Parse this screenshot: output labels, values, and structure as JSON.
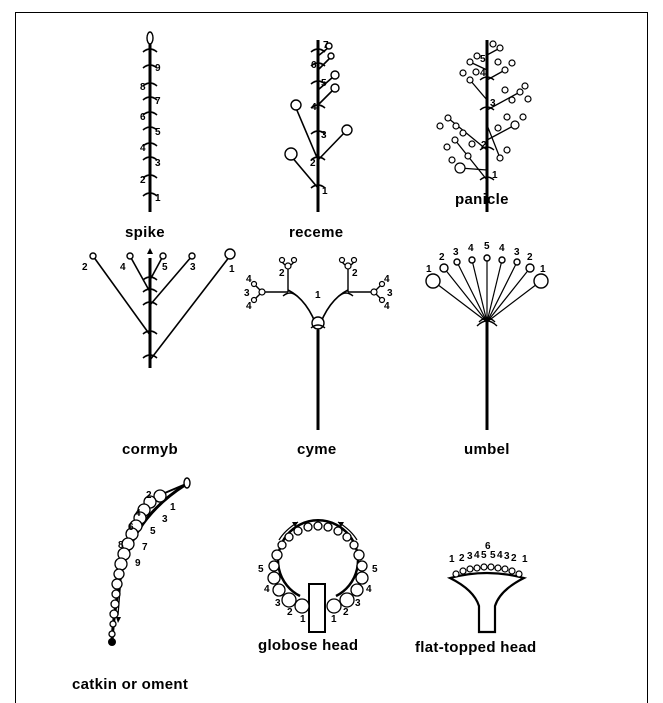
{
  "diagrams": {
    "spike": {
      "label": "spike",
      "numbers": [
        "9",
        "8",
        "7",
        "6",
        "5",
        "4",
        "3",
        "2",
        "1"
      ]
    },
    "raceme": {
      "label": "receme",
      "numbers": [
        "7",
        "6",
        "5",
        "4",
        "3",
        "2",
        "1"
      ]
    },
    "panicle": {
      "label": "panicle",
      "numbers": [
        "5",
        "4",
        "3",
        "2",
        "1"
      ]
    },
    "corymb": {
      "label": "cormyb",
      "numbers": [
        "2",
        "4",
        "5",
        "3",
        "1"
      ]
    },
    "cyme": {
      "label": "cyme",
      "numbers": [
        "1",
        "2",
        "2",
        "3",
        "3",
        "4",
        "4",
        "4",
        "4"
      ]
    },
    "umbel": {
      "label": "umbel",
      "numbers": [
        "1",
        "2",
        "3",
        "4",
        "5",
        "4",
        "3",
        "2",
        "1"
      ]
    },
    "catkin": {
      "label": "catkin or oment",
      "numbers": [
        "2",
        "1",
        "3",
        "4",
        "5",
        "6",
        "7",
        "8",
        "9"
      ]
    },
    "globose_head": {
      "label": "globose head",
      "numbers": [
        "5",
        "4",
        "3",
        "2",
        "1",
        "1",
        "2",
        "3",
        "4",
        "5"
      ]
    },
    "flat_topped_head": {
      "label": "flat-topped head",
      "numbers": [
        "1",
        "2",
        "3",
        "4",
        "5",
        "6",
        "5",
        "4",
        "3",
        "2",
        "1"
      ]
    }
  }
}
